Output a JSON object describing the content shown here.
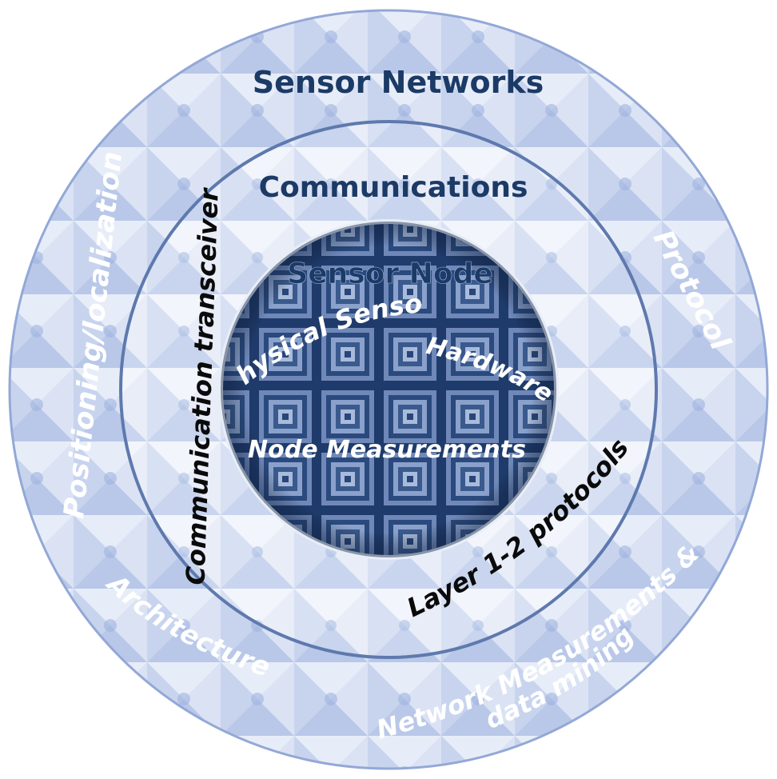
{
  "rings": {
    "outer": {
      "title": "Sensor Networks",
      "labels": {
        "positioning": "Positioning/localization",
        "protocol": "Protocol",
        "architecture": "Architecture",
        "network_line1": "Network Measurements &",
        "network_line2": "data mining"
      }
    },
    "middle": {
      "title": "Communications",
      "labels": {
        "transceiver": "Communication transceiver",
        "layer": "Layer 1-2 protocols"
      }
    },
    "inner": {
      "title": "Sensor Node",
      "labels": {
        "physical": "Physical Sensor",
        "hardware": "Hardware",
        "measurements": "Node Measurements"
      }
    }
  },
  "colors": {
    "outer_ring": "#c9d5ee",
    "middle_ring": "#dbe3f4",
    "inner_circle": "#2e4f82",
    "title_text": "#1c3a66",
    "label_white": "#ffffff",
    "label_black": "#0a0a0a"
  }
}
